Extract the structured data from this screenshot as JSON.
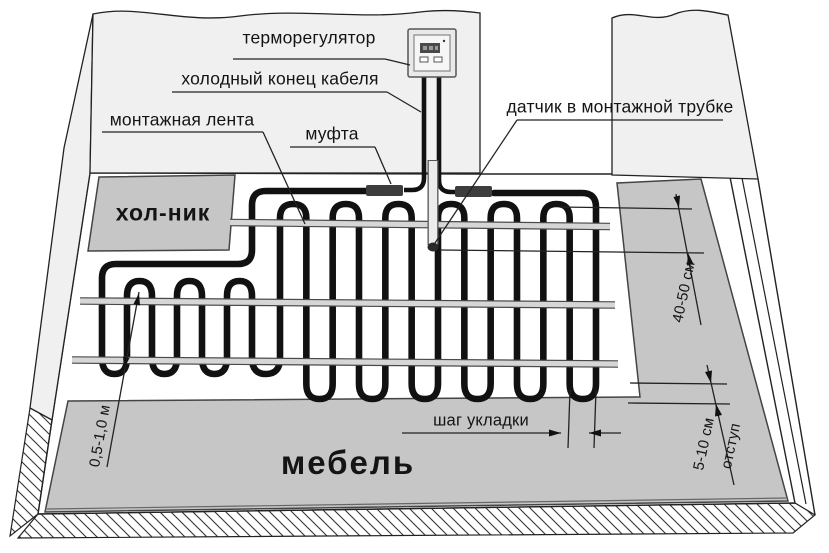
{
  "diagram": {
    "title_labels": {
      "thermostat": "терморегулятор",
      "cold_end": "холодный конец кабеля",
      "mounting_tape": "монтажная лента",
      "coupling": "муфта",
      "sensor": "датчик в монтажной трубке",
      "laying_step": "шаг укладки"
    },
    "zones": {
      "fridge": "хол-ник",
      "furniture": "мебель"
    },
    "dimensions": {
      "sensor_inset": "40-50 см",
      "edge_offset_value": "5-10 см",
      "edge_offset_word": "отступ",
      "furniture_clearance": "0,5-1,0 м"
    },
    "colors": {
      "cable": "#111111",
      "wall": "#f0f0f0",
      "zone_fill": "#c6c6c6",
      "tape_fill": "#d6d6d6",
      "coupling_fill": "#3d3d3d",
      "line": "#222222"
    }
  }
}
